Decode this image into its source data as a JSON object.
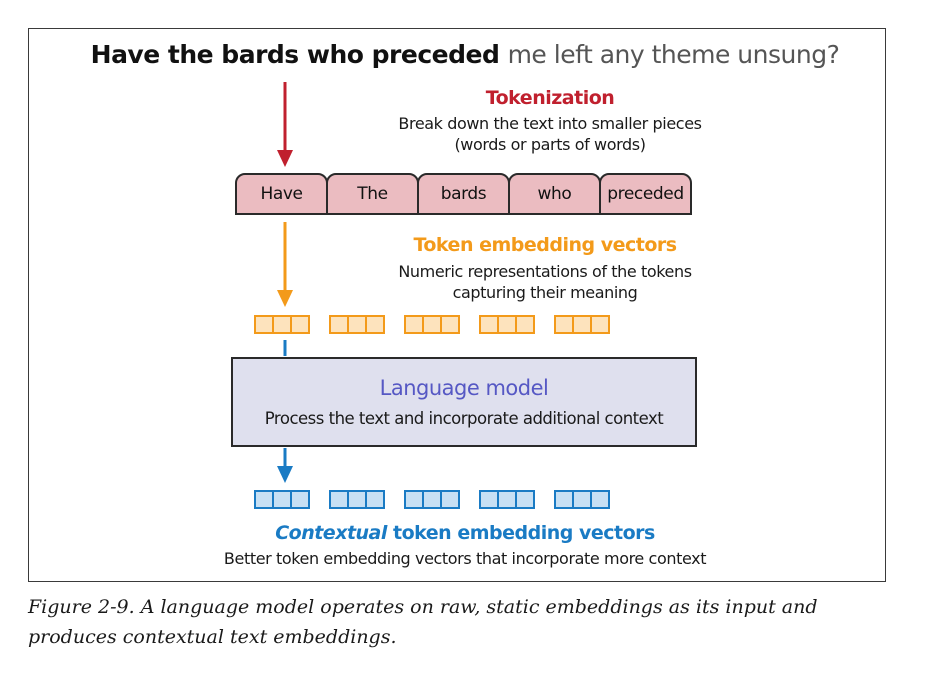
{
  "sentence": {
    "bold": "Have the bards who preceded",
    "rest": "me left any theme unsung?"
  },
  "tokenization": {
    "title": "Tokenization",
    "desc_line1": "Break down the text into smaller pieces",
    "desc_line2": "(words or parts of words)"
  },
  "tokens": [
    "Have",
    "The",
    "bards",
    "who",
    "preceded"
  ],
  "token_embeddings": {
    "title": "Token embedding vectors",
    "desc_line1": "Numeric representations of the tokens",
    "desc_line2": "capturing their meaning"
  },
  "language_model": {
    "title": "Language model",
    "desc": "Process the text and incorporate additional context"
  },
  "contextual_embeddings": {
    "title_em": "Contextual",
    "title_rest": "token embedding vectors",
    "desc": "Better token embedding vectors that incorporate more context"
  },
  "caption": {
    "line1": "Figure 2-9. A language model operates on raw, static embeddings as its input and",
    "line2": "produces contextual text embeddings."
  },
  "colors": {
    "tokenization": "#c0202e",
    "token_fill": "#ebbcc1",
    "static_vector": "#f39a1a",
    "static_vector_fill": "#fde3bd",
    "language_model_fill": "#dfe0ee",
    "language_model_title": "#5658c4",
    "contextual_vector": "#1a7bc4",
    "contextual_vector_fill": "#c7e0f4"
  }
}
